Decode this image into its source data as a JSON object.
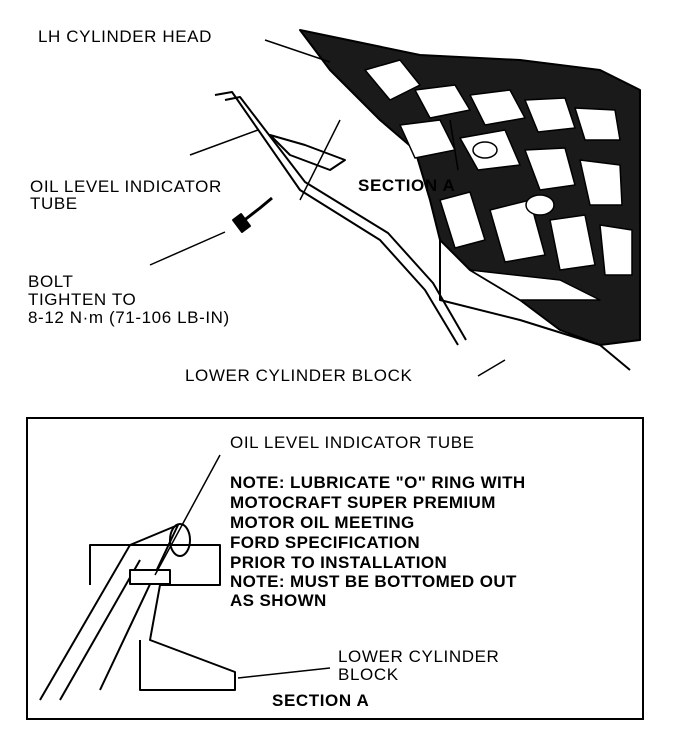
{
  "top_labels": {
    "lh_cylinder_head": "LH CYLINDER HEAD",
    "oil_level_indicator_tube_line1": "OIL LEVEL INDICATOR",
    "oil_level_indicator_tube_line2": "TUBE",
    "section_a": "SECTION A",
    "bolt_line1": "BOLT",
    "bolt_line2": "TIGHTEN TO",
    "bolt_line3": "8-12 N·m (71-106 LB-IN)",
    "lower_cylinder_block": "LOWER CYLINDER BLOCK"
  },
  "detail": {
    "oil_level_indicator_tube": "OIL LEVEL INDICATOR TUBE",
    "notes": [
      "NOTE:  LUBRICATE \"O\" RING WITH",
      "MOTOCRAFT SUPER PREMIUM",
      "MOTOR OIL MEETING",
      "FORD SPECIFICATION",
      "PRIOR TO INSTALLATION",
      "NOTE: MUST BE BOTTOMED OUT",
      "AS SHOWN"
    ],
    "lower_cylinder_block_line1": "LOWER CYLINDER",
    "lower_cylinder_block_line2": "BLOCK",
    "section_a": "SECTION A"
  }
}
